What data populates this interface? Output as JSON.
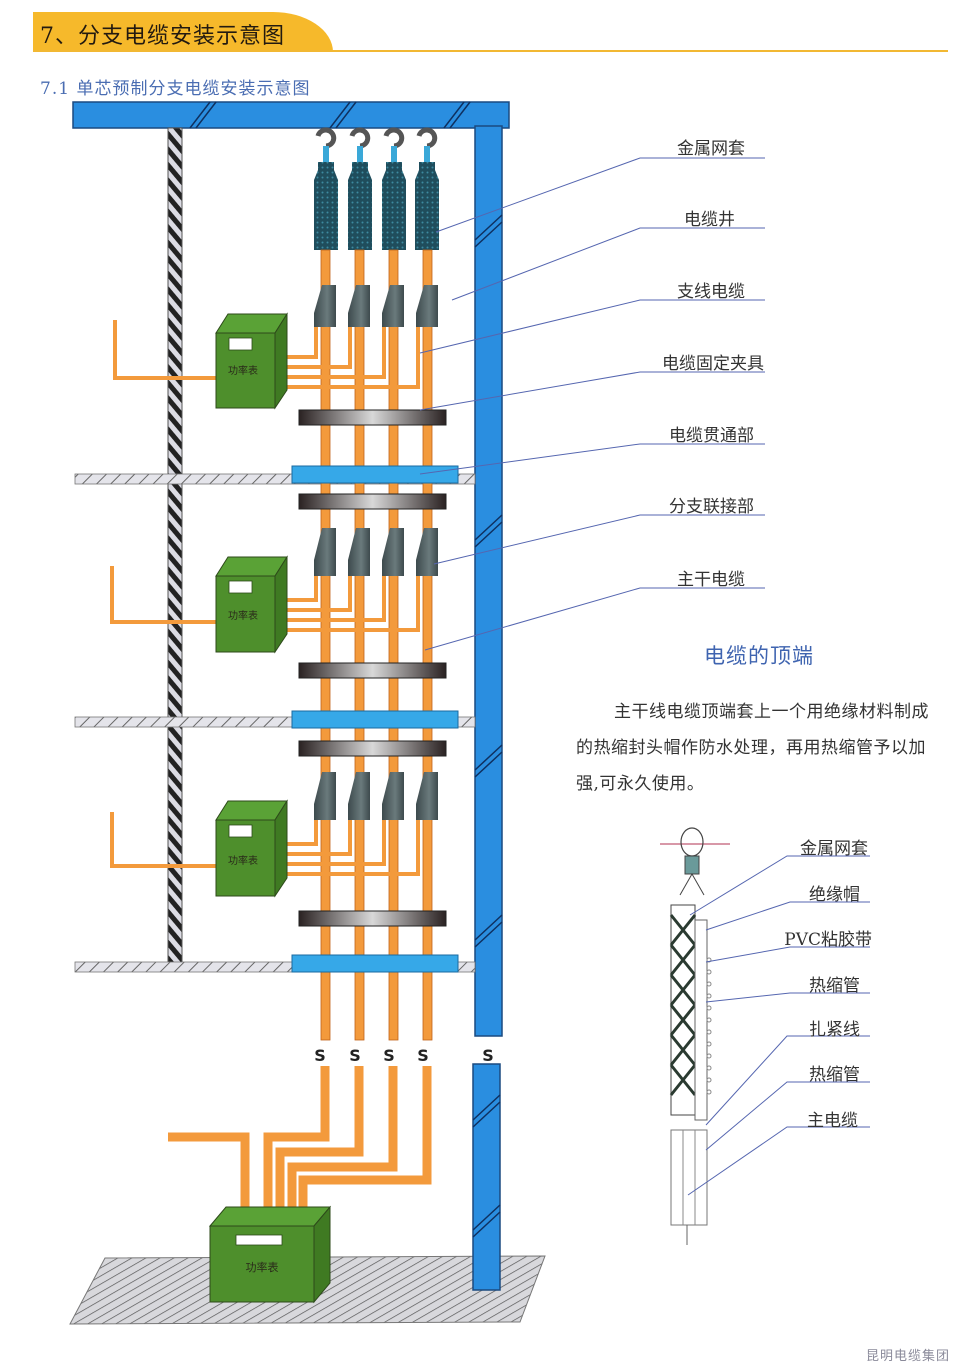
{
  "header": {
    "section_title": "7、分支电缆安装示意图",
    "subsection_title": "7.1  单芯预制分支电缆安装示意图"
  },
  "main_diagram": {
    "meter_label": "功率表",
    "callouts": [
      {
        "id": "metal-mesh",
        "label": "金属网套"
      },
      {
        "id": "cable-shaft",
        "label": "电缆井"
      },
      {
        "id": "branch-cable",
        "label": "支线电缆"
      },
      {
        "id": "cable-clamp",
        "label": "电缆固定夹具"
      },
      {
        "id": "cable-pass-through",
        "label": "电缆贯通部"
      },
      {
        "id": "branch-joint",
        "label": "分支联接部"
      },
      {
        "id": "main-cable",
        "label": "主干电缆"
      }
    ],
    "break_symbol": "S",
    "colors": {
      "shaft_blue": "#2a8ee0",
      "cable_orange": "#f39a3c",
      "meter_green": "#4e8f2c",
      "mesh_dark": "#1d4c5a",
      "joint_grey": "#4a5a5e",
      "clamp_dark": "#3a3030",
      "pass_through_blue": "#36a8e8",
      "floor_grey": "#c9c9d0"
    }
  },
  "cable_top": {
    "heading": "电缆的顶端",
    "paragraph": "主干线电缆顶端套上一个用绝缘材料制成的热缩封头帽作防水处理，再用热缩管予以加强,可永久使用。",
    "callouts": [
      {
        "id": "top-metal-mesh",
        "label": "金属网套"
      },
      {
        "id": "insulating-cap",
        "label": "绝缘帽"
      },
      {
        "id": "pvc-tape",
        "label": "PVC粘胶带"
      },
      {
        "id": "heat-shrink-tube-1",
        "label": "热缩管"
      },
      {
        "id": "binding-wire",
        "label": "扎紧线"
      },
      {
        "id": "heat-shrink-tube-2",
        "label": "热缩管"
      },
      {
        "id": "main-power-cable",
        "label": "主电缆"
      }
    ]
  },
  "footer": {
    "publisher": "昆明电缆集团"
  }
}
